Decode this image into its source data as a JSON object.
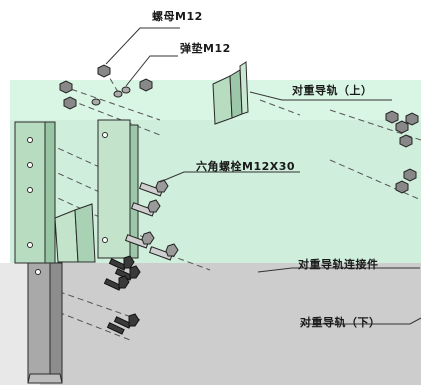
{
  "labels": {
    "nut": "螺母M12",
    "spring_washer": "弹垫M12",
    "upper_rail": "对重导轨（上）",
    "hex_bolt": "六角螺栓M12X30",
    "rail_connector": "对重导轨连接件",
    "lower_rail": "对重导轨（下）"
  },
  "colors": {
    "green_band": "#d9f5e3",
    "gray_band": "#c9c9c9",
    "rail_green": "#b7dcc0",
    "rail_gray": "#a9a9a9",
    "outline": "#2a2a2a",
    "leader": "#333333"
  }
}
